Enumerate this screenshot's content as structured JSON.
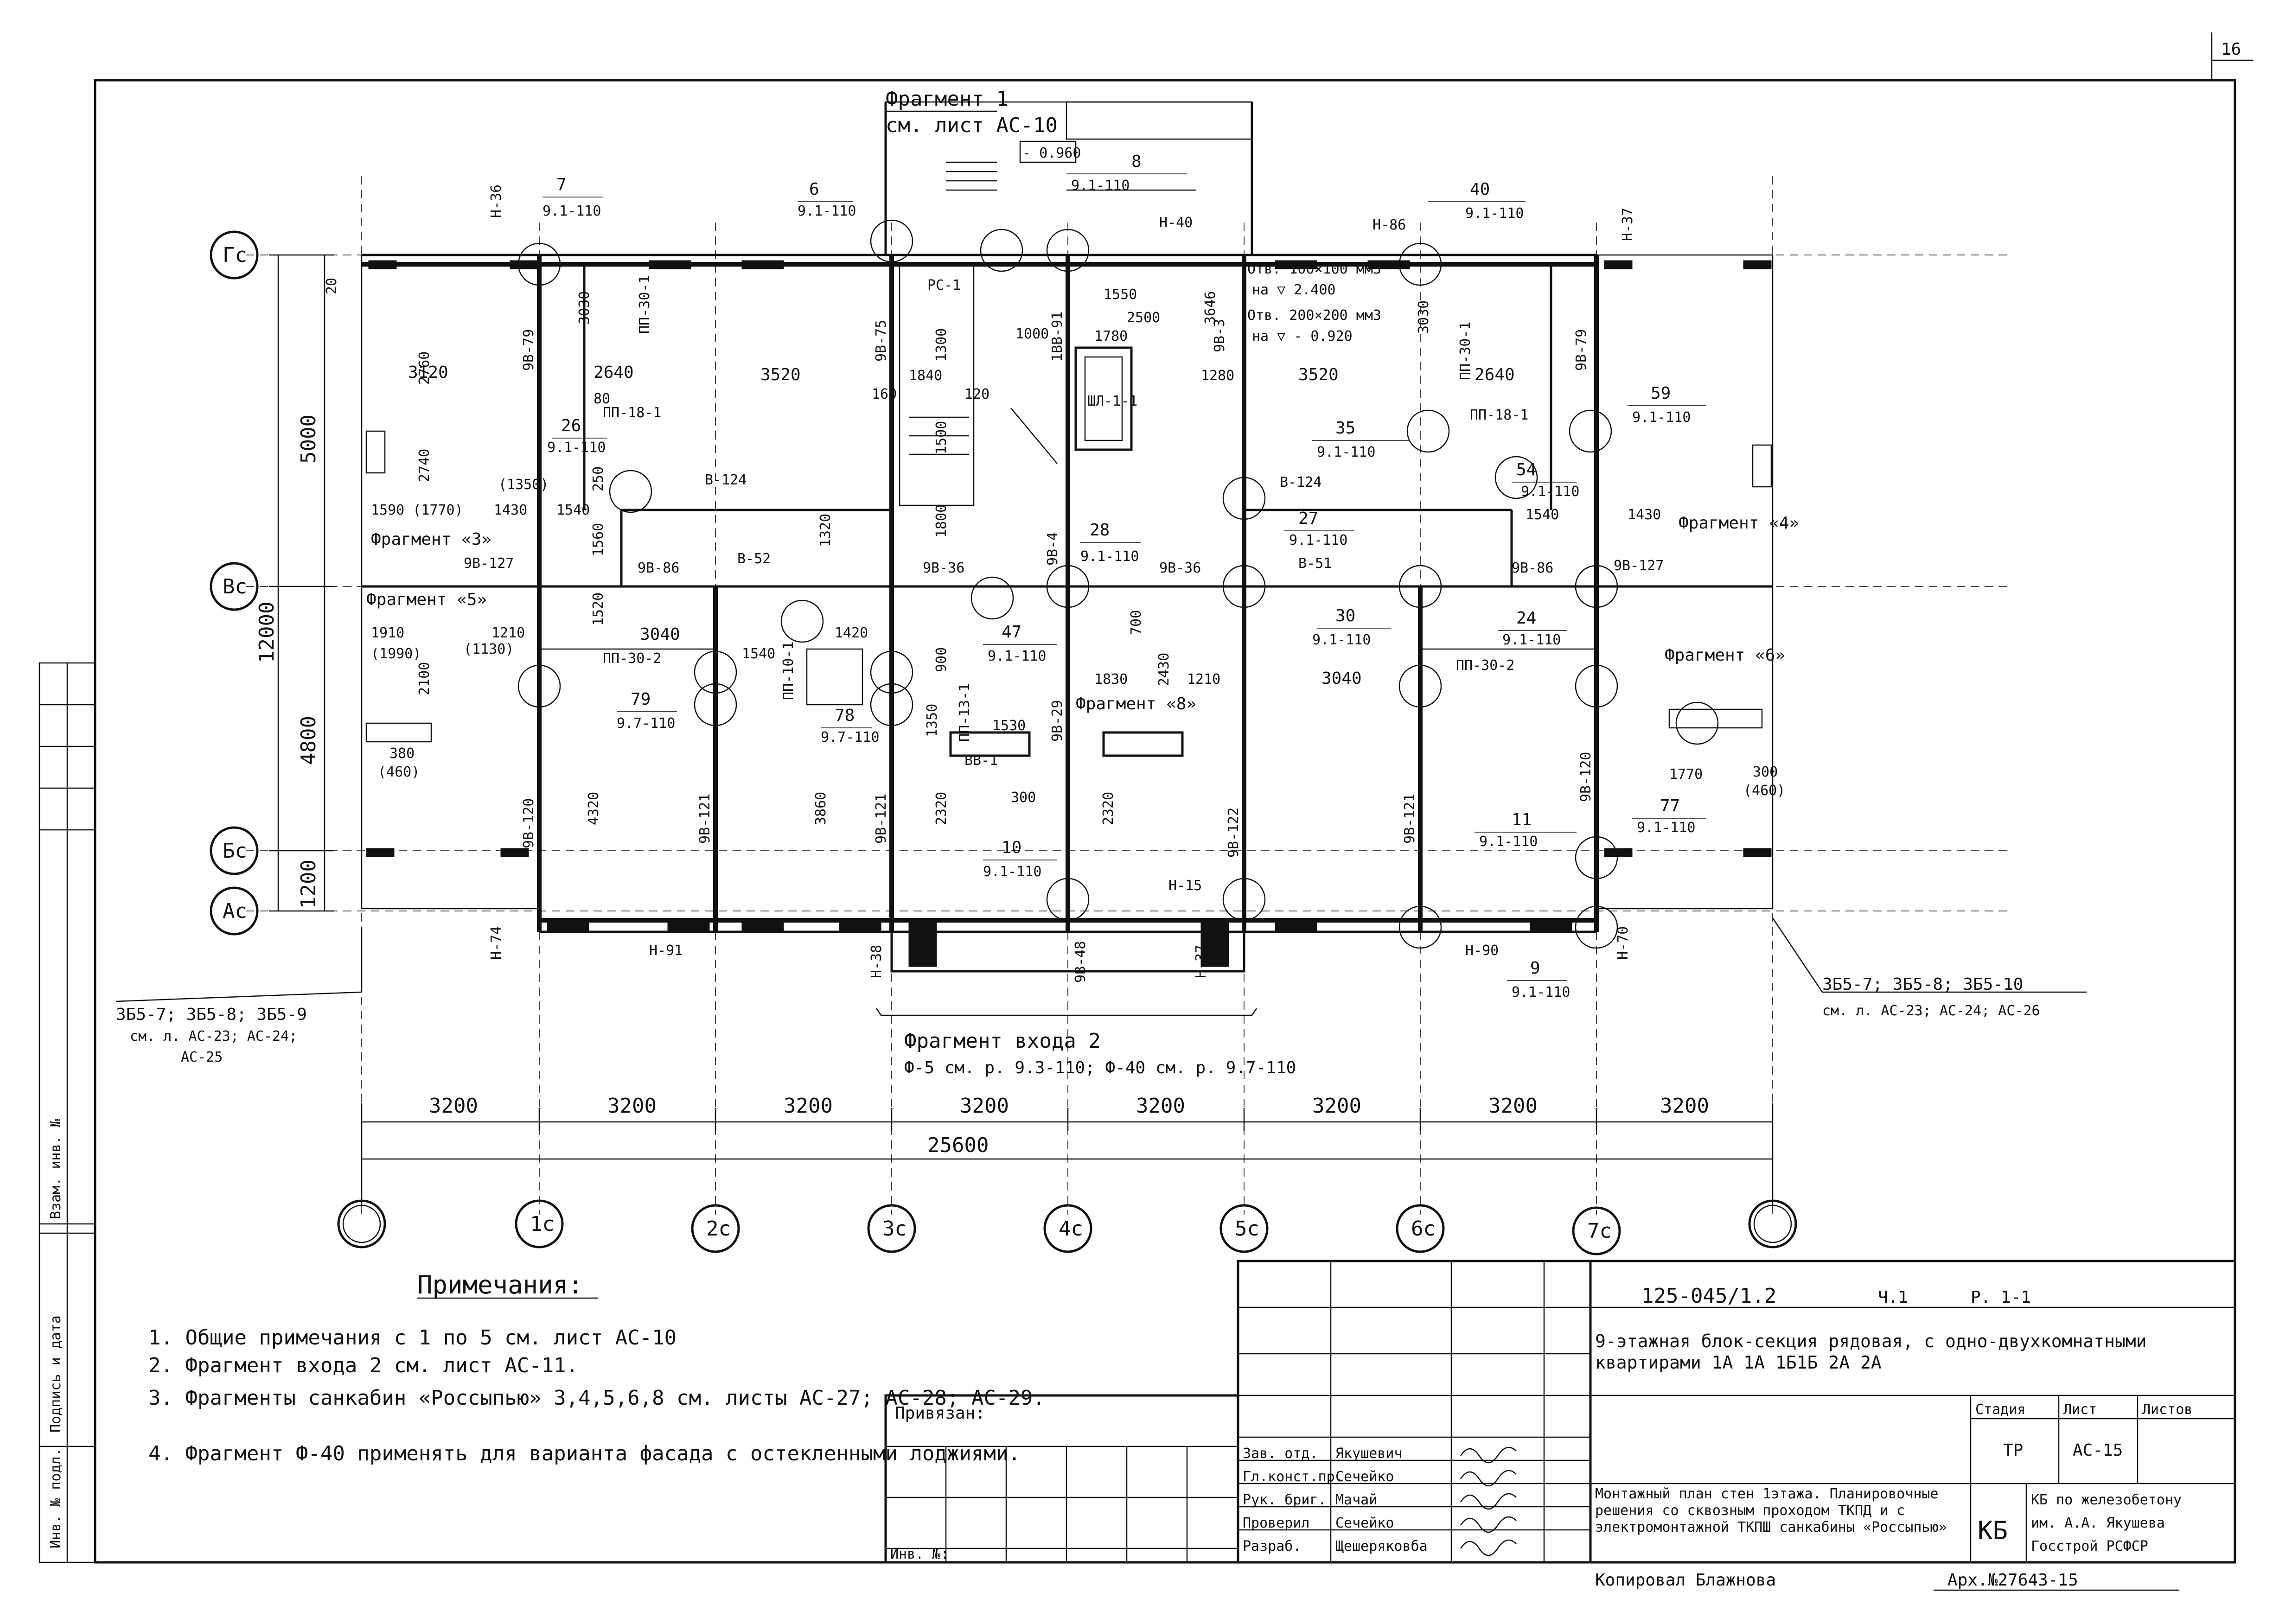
{
  "sheet": {
    "page_number": "16",
    "drawing_code": "125-045/1.2",
    "part": "Ч.1",
    "section": "Р. 1-1",
    "title_project": "9-этажная блок-секция рядовая, с одно-двухкомнатными квартирами 1А 1А 1Б1Б 2А 2А",
    "title_sheet": "Монтажный план стен 1этажа. Планировочные решения со сквозным проходом ТКПД и с электромонтажной ТКПШ санкабины «Россыпью»",
    "stage_header": "Стадия",
    "sheet_header": "Лист",
    "sheets_header": "Листов",
    "stage": "ТР",
    "sheet_no": "АС-15",
    "org_line1": "КБ по железобетону",
    "org_line2": "им. А.А. Якушева",
    "org_line3": "Госстрой РСФСР",
    "archive_no": "Арх.№27643-15",
    "copied_by": "Копировал Блажнова",
    "privyazan": "Привязан:",
    "inv_no": "Инв. №:",
    "sign_rows": [
      {
        "role": "Зав. отд.",
        "name": "Якушевич"
      },
      {
        "role": "Гл.конст.пр.",
        "name": "Сечейко"
      },
      {
        "role": "Рук. бриг.",
        "name": "Мачай"
      },
      {
        "role": "Проверил",
        "name": "Сечейко"
      },
      {
        "role": "Разраб.",
        "name": "Щешеряковба"
      }
    ],
    "side_stamp": [
      "Инв. № подл.",
      "Подпись и дата",
      "Взам. инв. №"
    ]
  },
  "notes": {
    "heading": "Примечания:",
    "items": [
      "1. Общие примечания с 1 по 5 см. лист АС-10",
      "2. Фрагмент входа 2 см. лист АС-11.",
      "3. Фрагменты санкабин «Россыпью» 3,4,5,6,8 см. листы АС-27; АС-28; АС-29.",
      "4. Фрагмент Ф-40 применять для варианта фасада с остекленными лоджиями."
    ]
  },
  "axes": {
    "horizontal": [
      "1с",
      "2с",
      "3с",
      "4с",
      "5с",
      "6с",
      "7с"
    ],
    "vertical": [
      "Гс",
      "Вс",
      "Бс",
      "Ас"
    ]
  },
  "dimensions": {
    "module_spans": [
      "3200",
      "3200",
      "3200",
      "3200",
      "3200",
      "3200",
      "3200",
      "3200"
    ],
    "overall": "25600",
    "left_vertical": [
      "20",
      "5000",
      "12000",
      "4800",
      "1200"
    ]
  },
  "callouts": {
    "fragment1": "Фрагмент 1",
    "fragment1_ref": "см. лист АС-10",
    "level_top": "- 0.960",
    "entrance_fragment": "Фрагмент входа 2",
    "entrance_ref": "Ф-5 см. р. 9.3-110; Ф-40 см. р. 9.7-110",
    "left_panels": "ЗБ5-7; ЗБ5-8; ЗБ5-9",
    "left_panels_ref": "см. л. АС-23; АС-24;",
    "left_panels_ref2": "АС-25",
    "right_panels": "ЗБ5-7; ЗБ5-8; ЗБ5-10",
    "right_panels_ref": "см. л. АС-23; АС-24; АС-26",
    "opening1": "Отв. 100×100 мм3",
    "opening1_level": "на ▽ 2.400",
    "opening2": "Отв. 200×200 мм3",
    "opening2_level": "на ▽ - 0.920"
  },
  "node_refs": [
    {
      "num": "7",
      "ref": "9.1-110"
    },
    {
      "num": "6",
      "ref": "9.1-110"
    },
    {
      "num": "8",
      "ref": "9.1-110"
    },
    {
      "num": "40",
      "ref": "9.1-110"
    },
    {
      "num": "26",
      "ref": "9.1-110"
    },
    {
      "num": "35",
      "ref": "9.1-110"
    },
    {
      "num": "59",
      "ref": "9.1-110"
    },
    {
      "num": "54",
      "ref": "9.1-110"
    },
    {
      "num": "28",
      "ref": "9.1-110"
    },
    {
      "num": "27",
      "ref": "9.1-110"
    },
    {
      "num": "47",
      "ref": "9.1-110"
    },
    {
      "num": "30",
      "ref": "9.1-110"
    },
    {
      "num": "24",
      "ref": "9.1-110"
    },
    {
      "num": "79",
      "ref": "9.7-110"
    },
    {
      "num": "78",
      "ref": "9.7-110"
    },
    {
      "num": "10",
      "ref": "9.1-110"
    },
    {
      "num": "11",
      "ref": "9.1-110"
    },
    {
      "num": "9",
      "ref": "9.1-110"
    },
    {
      "num": "77",
      "ref": "9.1-110"
    }
  ],
  "panels": {
    "outer": [
      "Н-36",
      "Н-40",
      "Н-86",
      "Н-37",
      "Н-74",
      "Н-91",
      "Н-38",
      "Н-37",
      "Н-15",
      "Н-90",
      "Н-70"
    ],
    "inner": [
      "9В-79",
      "ПП-30-1",
      "9В-75",
      "1ВВ-91",
      "9В-3",
      "ПП-30-1",
      "9В-79",
      "ПП-18-1",
      "В-124",
      "В-124",
      "ПП-18-1",
      "9В-86",
      "В-52",
      "9В-36",
      "9В-4",
      "9В-36",
      "В-51",
      "9В-86",
      "9В-127",
      "9В-127",
      "ПП-30-2",
      "ПП-30-2",
      "9В-120",
      "9В-121",
      "9В-121",
      "9В-29",
      "9В-122",
      "9В-121",
      "9В-120",
      "9В-48",
      "ВВ-1",
      "ШЛ-1-1",
      "РС-1",
      "ПП-13-1",
      "ПП-10-1"
    ]
  },
  "fragments": {
    "f3": "Фрагмент «3»",
    "f4": "Фрагмент «4»",
    "f5": "Фрагмент «5»",
    "f6": "Фрагмент «6»",
    "f8": "Фрагмент «8»"
  },
  "room_dims": [
    "3120",
    "2640",
    "3520",
    "1840",
    "1000",
    "1780",
    "1550",
    "1280",
    "3520",
    "2640",
    "1590 (1770)",
    "1430",
    "1540",
    "1540",
    "1430",
    "2760",
    "3030",
    "3030",
    "2740",
    "(1350)",
    "1910",
    "(1990)",
    "1210",
    "(1130)",
    "3040",
    "1540",
    "1420",
    "1830",
    "1210",
    "3040",
    "4320",
    "3860",
    "2320",
    "2320",
    "380",
    "(460)",
    "2100",
    "1770",
    "300",
    "(460)",
    "1530",
    "1350",
    "900",
    "1300",
    "1500",
    "1800",
    "1320",
    "1520",
    "1560",
    "2500",
    "3646",
    "700",
    "2430",
    "160",
    "80",
    "120",
    "250",
    "300"
  ]
}
